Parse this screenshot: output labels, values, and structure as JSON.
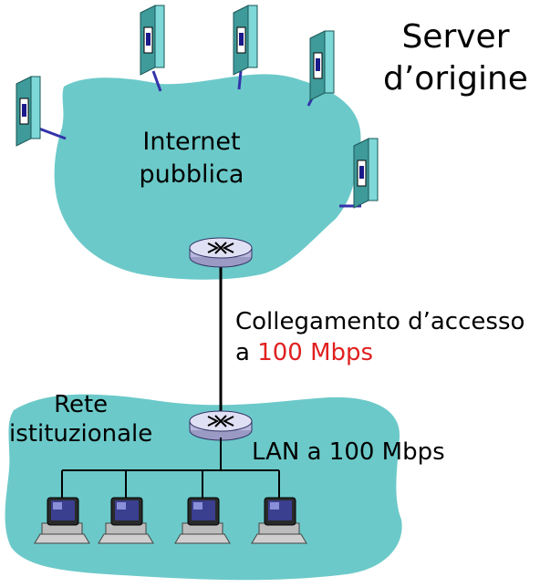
{
  "labels": {
    "server_line1": "Server",
    "server_line2": "d’origine",
    "internet_line1": "Internet",
    "internet_line2": "pubblica",
    "access_line1": "Collegamento d’accesso",
    "access_prefix": "a ",
    "access_speed": "100 Mbps",
    "rete_line1": "Rete",
    "rete_line2": "istituzionale",
    "lan": "LAN a 100 Mbps"
  },
  "colors": {
    "cloud_fill": "#6cc9c9",
    "link_blue": "#3333aa",
    "server_body": "#66cccc",
    "router_fill": "#d8d8ef",
    "speed_red": "#e02020"
  },
  "icons": {
    "server": "server-tower-icon",
    "router": "router-icon",
    "workstation": "workstation-icon"
  }
}
